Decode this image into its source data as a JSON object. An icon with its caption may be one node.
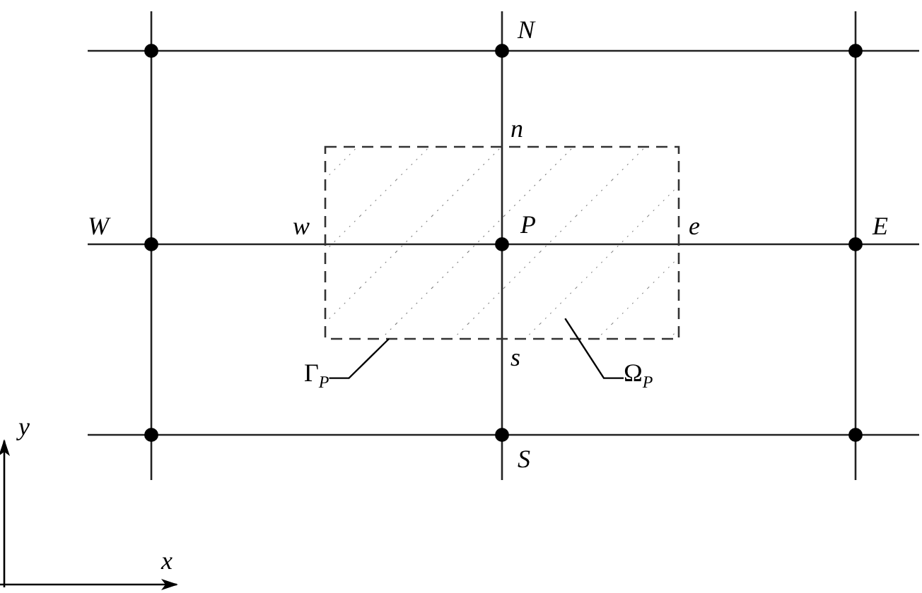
{
  "diagram": {
    "nodes": [
      {
        "text": [
          "Γ$_{P}$"
        ]
      },
      {
        "text": [
          "Ω$_{P}$"
        ]
      },
      {
        "text": [],
        "shape": "box"
      },
      {
        "text": [],
        "shape": "box"
      }
    ],
    "edges": [
      {
        "from": 0,
        "to": 2,
        "arrow": "none"
      },
      {
        "from": 1,
        "to": 3,
        "arrow": "none"
      }
    ],
    "labels": [
      "N",
      "n",
      "W",
      "w",
      "P",
      "e",
      "E",
      "s",
      "S",
      "y",
      "x"
    ]
  }
}
